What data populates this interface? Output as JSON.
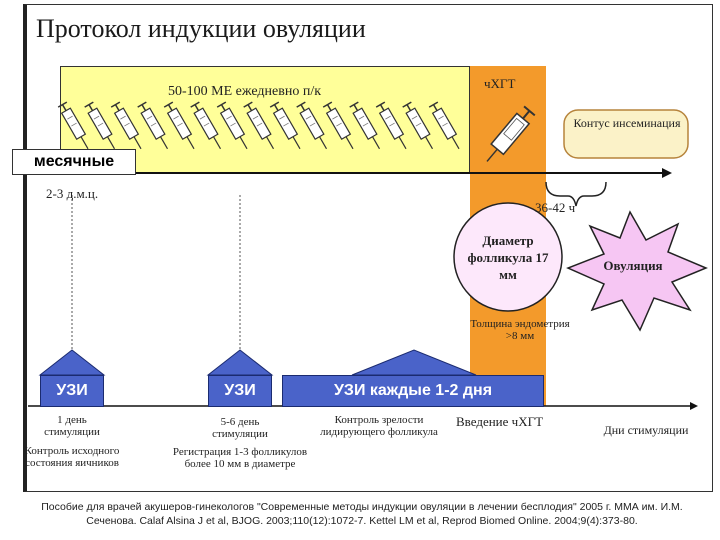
{
  "title": "Протокол индукции овуляции",
  "dose_label": "50-100 МЕ ежедневно п/к",
  "hcg_label": "чХГТ",
  "insemination_label": "Контус инсеминация",
  "menses_label": "месячные",
  "cycle_day_label": "2-3 д.м.ц.",
  "interval_label": "36-42 ч",
  "follicle_label": "Диаметр фолликула 17 мм",
  "ovulation_label": "Овуляция",
  "endometrium_label": "Толщина эндометрия >8 мм",
  "us1": {
    "box": "УЗИ",
    "day": "1 день стимуляции",
    "note": "Контроль исходного состояния яичников"
  },
  "us2": {
    "box": "УЗИ",
    "day": "5-6 день стимуляции",
    "note": "Регистрация 1-3 фолликулов более 10 мм в диаметре"
  },
  "us3": {
    "box": "УЗИ каждые 1-2 дня",
    "note": "Контроль зрелости лидирующего фолликула"
  },
  "hcg_intro": "Введение чХГТ",
  "stim_days": "Дни стимуляции",
  "footnote": "Пособие для врачей акушеров-гинекологов \"Современные методы индукции овуляции в лечении бесплодия\" 2005 г. ММА им. И.М. Сеченова. Calaf Alsina J et al, BJOG. 2003;110(12):1072-7. Kettel LM et al, Reprod Biomed Online. 2004;9(4):373-80.",
  "colors": {
    "band": "#ffff99",
    "hcg_bar": "#f39a2b",
    "us_box": "#4a63c9",
    "follicle": "#fde8fb",
    "ovulation": "#f6c6f3"
  },
  "icons": [
    "syringe-icon",
    "starburst-icon"
  ]
}
